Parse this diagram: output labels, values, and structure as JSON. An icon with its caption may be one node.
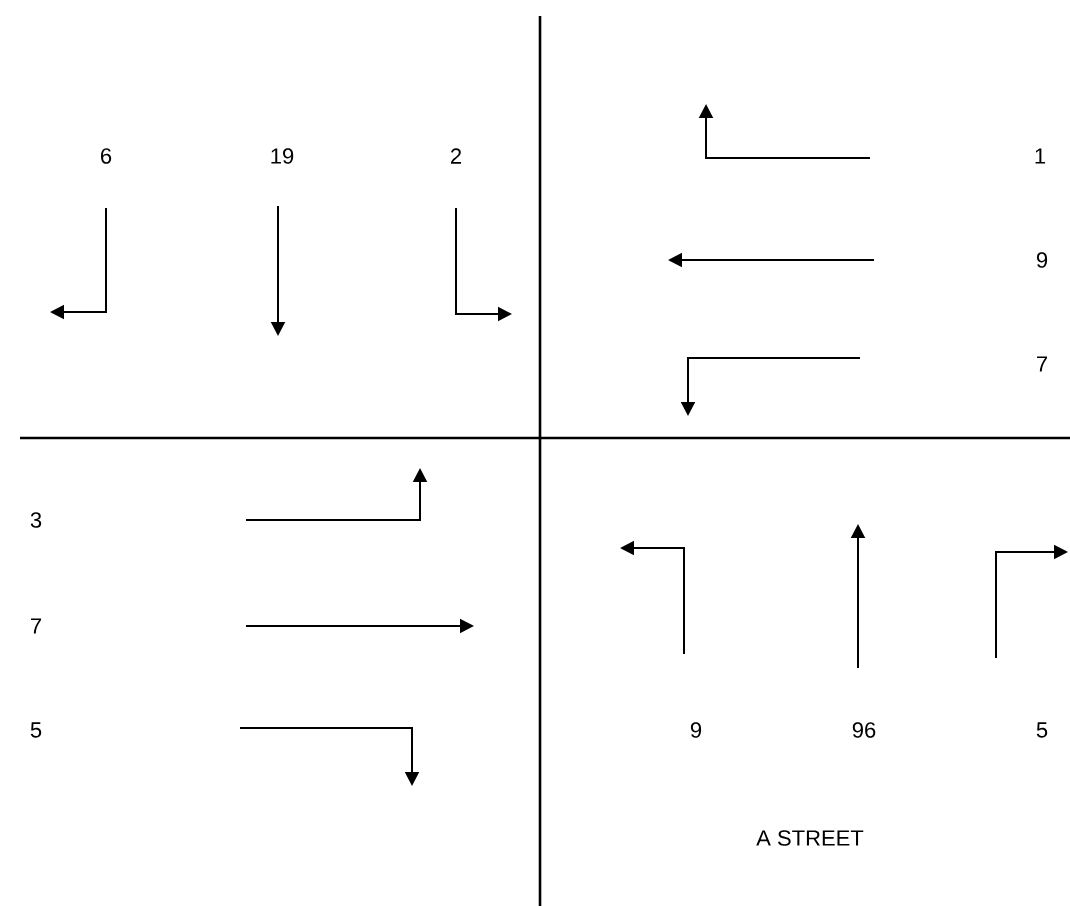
{
  "diagram": {
    "labels": [
      "6",
      "19",
      "2",
      "1",
      "9",
      "7",
      "3",
      "7",
      "5",
      "9",
      "96",
      "5",
      "A STREET"
    ]
  }
}
